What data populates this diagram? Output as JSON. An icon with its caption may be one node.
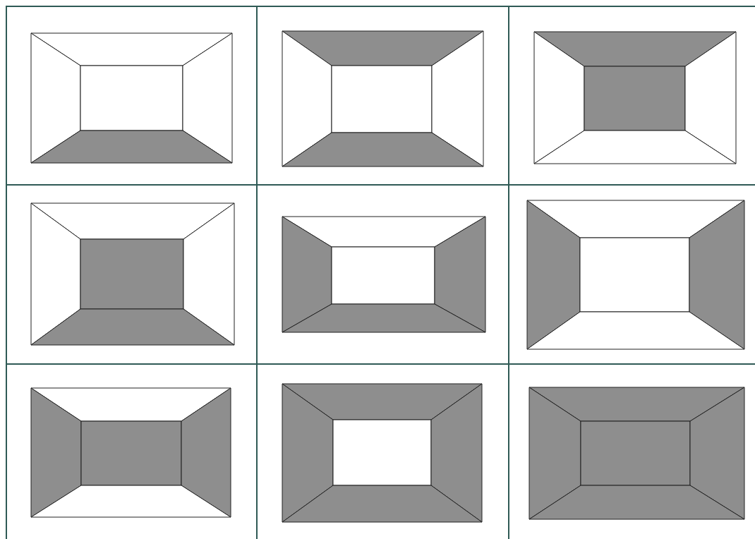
{
  "diagram": {
    "nodes": [
      {
        "text": [],
        "shape": "box"
      },
      {
        "text": [],
        "shape": "box"
      },
      {
        "text": [],
        "shape": "box"
      },
      {
        "text": [],
        "shape": "box"
      },
      {
        "text": [],
        "shape": "box"
      },
      {
        "text": [],
        "shape": "box"
      },
      {
        "text": [],
        "shape": "box"
      },
      {
        "text": [],
        "shape": "box"
      },
      {
        "text": [],
        "shape": "box"
      }
    ]
  }
}
